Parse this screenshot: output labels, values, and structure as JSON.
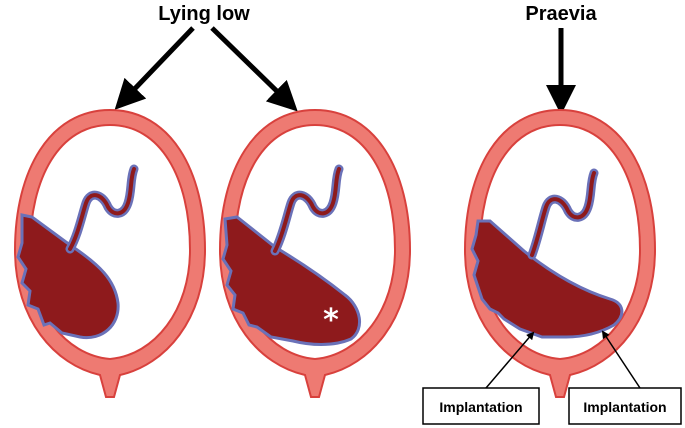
{
  "labels": {
    "lying_low": "Lying low",
    "praevia": "Praevia",
    "implantation_left": "Implantation",
    "implantation_right": "Implantation",
    "marker": "*"
  },
  "colors": {
    "uterus_wall": "#ee7a72",
    "uterus_outline": "#d8413d",
    "placenta": "#8e1a1c",
    "placenta_edge": "#6a71b8",
    "cord": "#8e1a1c",
    "arrow": "#000000"
  },
  "icons": {
    "arrow": "black-arrow",
    "uterus": "uterus-cross-section",
    "placenta": "placenta-shape",
    "umbilical_cord": "umbilical-cord"
  }
}
